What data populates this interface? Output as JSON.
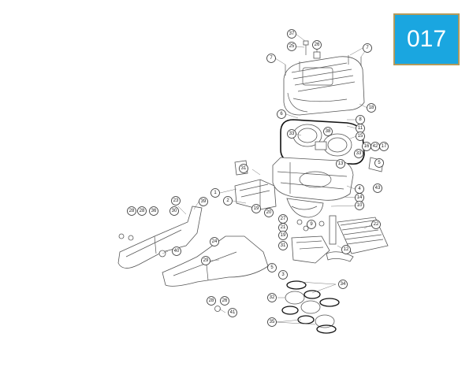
{
  "page_badge": {
    "number": "017",
    "background": "#1aa6e0",
    "border": "#b39a5b"
  },
  "callouts": [
    {
      "id": "c37",
      "label": "37"
    },
    {
      "id": "c25",
      "label": "25"
    },
    {
      "id": "c26a",
      "label": "26"
    },
    {
      "id": "c7a",
      "label": "7"
    },
    {
      "id": "c7b",
      "label": "7"
    },
    {
      "id": "c18",
      "label": "18"
    },
    {
      "id": "c6",
      "label": "6"
    },
    {
      "id": "c8",
      "label": "8"
    },
    {
      "id": "c11",
      "label": "11"
    },
    {
      "id": "c33a",
      "label": "33"
    },
    {
      "id": "c38",
      "label": "38"
    },
    {
      "id": "c15",
      "label": "15"
    },
    {
      "id": "c16",
      "label": "16"
    },
    {
      "id": "c42",
      "label": "42"
    },
    {
      "id": "c17",
      "label": "17"
    },
    {
      "id": "c33b",
      "label": "33"
    },
    {
      "id": "c13",
      "label": "13"
    },
    {
      "id": "c5",
      "label": "5"
    },
    {
      "id": "c43",
      "label": "43"
    },
    {
      "id": "c31a",
      "label": "31"
    },
    {
      "id": "c1",
      "label": "1"
    },
    {
      "id": "c2",
      "label": "2"
    },
    {
      "id": "c19a",
      "label": "19"
    },
    {
      "id": "c20",
      "label": "20"
    },
    {
      "id": "c4",
      "label": "4"
    },
    {
      "id": "c14",
      "label": "14"
    },
    {
      "id": "c10",
      "label": "10"
    },
    {
      "id": "c23",
      "label": "23"
    },
    {
      "id": "c39",
      "label": "39"
    },
    {
      "id": "c28a",
      "label": "28"
    },
    {
      "id": "c28b",
      "label": "28"
    },
    {
      "id": "c36",
      "label": "36"
    },
    {
      "id": "c30",
      "label": "30"
    },
    {
      "id": "c27",
      "label": "27"
    },
    {
      "id": "c9",
      "label": "9"
    },
    {
      "id": "c21",
      "label": "21"
    },
    {
      "id": "c19b",
      "label": "19"
    },
    {
      "id": "c22",
      "label": "22"
    },
    {
      "id": "c24",
      "label": "24"
    },
    {
      "id": "c40",
      "label": "40"
    },
    {
      "id": "c31b",
      "label": "31"
    },
    {
      "id": "c12",
      "label": "12"
    },
    {
      "id": "c29",
      "label": "29"
    },
    {
      "id": "c5b",
      "label": "5"
    },
    {
      "id": "c3",
      "label": "3"
    },
    {
      "id": "c34",
      "label": "34"
    },
    {
      "id": "c32",
      "label": "32"
    },
    {
      "id": "c28c",
      "label": "28"
    },
    {
      "id": "c26b",
      "label": "26"
    },
    {
      "id": "c41",
      "label": "41"
    },
    {
      "id": "c35",
      "label": "35"
    }
  ]
}
